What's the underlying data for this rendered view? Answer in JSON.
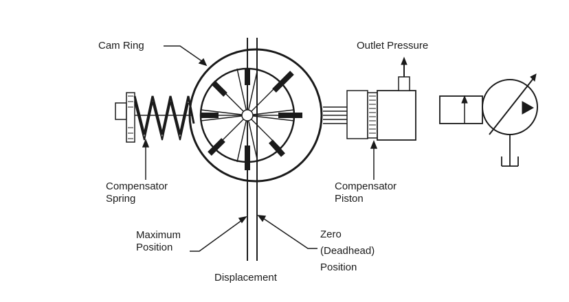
{
  "labels": {
    "cam_ring": "Cam Ring",
    "outlet_pressure": "Outlet Pressure",
    "compensator_spring": [
      "Compensator",
      "Spring"
    ],
    "compensator_piston": [
      "Compensator",
      "Piston"
    ],
    "maximum_position": [
      "Maximum",
      "Position"
    ],
    "zero_position": [
      "Zero",
      "(Deadhead)",
      "Position"
    ],
    "displacement": "Displacement"
  },
  "colors": {
    "ink": "#1a1a1a",
    "background": "#ffffff"
  },
  "symbols": {
    "hydraulic_symbol": "variable-displacement-pump-with-compensator"
  }
}
